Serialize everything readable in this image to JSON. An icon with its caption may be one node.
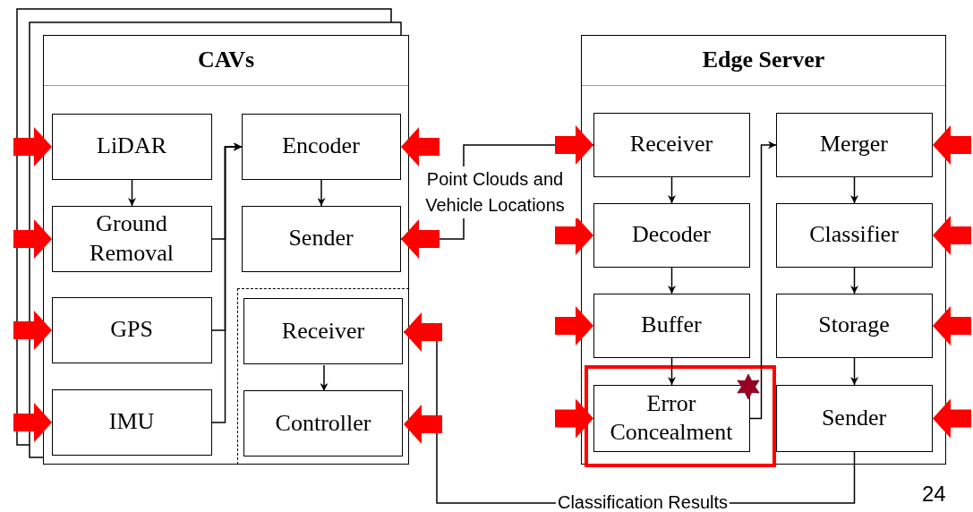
{
  "diagram": {
    "nodes": [
      {
        "text": [
          "CAVs"
        ]
      },
      {
        "text": [
          "LiDAR"
        ],
        "in": 0
      },
      {
        "text": [
          "Ground Removal"
        ],
        "in": 0
      },
      {
        "text": [
          "GPS"
        ],
        "in": 0
      },
      {
        "text": [
          "IMU"
        ],
        "in": 0
      },
      {
        "text": [
          "Encoder"
        ],
        "in": 0
      },
      {
        "text": [
          "Sender"
        ],
        "in": 0
      },
      {
        "text": [],
        "shape": "box",
        "in": 0
      },
      {
        "text": [
          "Receiver"
        ],
        "in": 7
      },
      {
        "text": [
          "Controller"
        ],
        "in": 7
      },
      {
        "text": [
          "Edge Server"
        ]
      },
      {
        "text": [
          "Receiver"
        ],
        "in": 10
      },
      {
        "text": [
          "Merger"
        ],
        "in": 10
      },
      {
        "text": [
          "Decoder"
        ],
        "in": 10
      },
      {
        "text": [
          "Classifier"
        ],
        "in": 10
      },
      {
        "text": [
          "Buffer"
        ],
        "in": 10
      },
      {
        "text": [
          "Storage"
        ],
        "in": 10
      },
      {
        "text": [
          "Error Concealment"
        ],
        "in": 10
      },
      {
        "text": [
          "Sender"
        ],
        "in": 10
      }
    ],
    "edges": [
      {
        "from": 1,
        "to": 2,
        "arrow": "to"
      },
      {
        "from": 2,
        "to": 5,
        "arrow": "to"
      },
      {
        "from": 3,
        "to": 5,
        "arrow": "to"
      },
      {
        "from": 4,
        "to": 5,
        "arrow": "to"
      },
      {
        "from": 5,
        "to": 6,
        "arrow": "to"
      },
      {
        "from": 6,
        "to": 11,
        "arrow": "to",
        "label": "Point Clouds and Vehicle Locations"
      },
      {
        "from": 8,
        "to": 9,
        "arrow": "to"
      },
      {
        "from": 11,
        "to": 13,
        "arrow": "to"
      },
      {
        "from": 13,
        "to": 15,
        "arrow": "to"
      },
      {
        "from": 15,
        "to": 17,
        "arrow": "to"
      },
      {
        "from": 17,
        "to": 12,
        "arrow": "to"
      },
      {
        "from": 12,
        "to": 14,
        "arrow": "to"
      },
      {
        "from": 14,
        "to": 16,
        "arrow": "to"
      },
      {
        "from": 16,
        "to": 18,
        "arrow": "to"
      },
      {
        "from": 18,
        "to": 8,
        "arrow": "none",
        "label": "Classification Results"
      },
      {
        "from": null,
        "to": 1,
        "arrow": "to",
        "style": "thick",
        "color": "#ff0000"
      },
      {
        "from": null,
        "to": 2,
        "arrow": "to",
        "style": "thick",
        "color": "#ff0000"
      },
      {
        "from": null,
        "to": 3,
        "arrow": "to",
        "style": "thick",
        "color": "#ff0000"
      },
      {
        "from": null,
        "to": 4,
        "arrow": "to",
        "style": "thick",
        "color": "#ff0000"
      },
      {
        "from": null,
        "to": 5,
        "arrow": "to",
        "style": "thick",
        "color": "#ff0000"
      },
      {
        "from": null,
        "to": 6,
        "arrow": "to",
        "style": "thick",
        "color": "#ff0000"
      },
      {
        "from": null,
        "to": 8,
        "arrow": "to",
        "style": "thick",
        "color": "#ff0000"
      },
      {
        "from": null,
        "to": 9,
        "arrow": "to",
        "style": "thick",
        "color": "#ff0000"
      },
      {
        "from": null,
        "to": 11,
        "arrow": "to",
        "style": "thick",
        "color": "#ff0000"
      },
      {
        "from": null,
        "to": 13,
        "arrow": "to",
        "style": "thick",
        "color": "#ff0000"
      },
      {
        "from": null,
        "to": 15,
        "arrow": "to",
        "style": "thick",
        "color": "#ff0000"
      },
      {
        "from": null,
        "to": 17,
        "arrow": "to",
        "style": "thick",
        "color": "#ff0000"
      },
      {
        "from": null,
        "to": 12,
        "arrow": "to",
        "style": "thick",
        "color": "#ff0000"
      },
      {
        "from": null,
        "to": 14,
        "arrow": "to",
        "style": "thick",
        "color": "#ff0000"
      },
      {
        "from": null,
        "to": 16,
        "arrow": "to",
        "style": "thick",
        "color": "#ff0000"
      },
      {
        "from": null,
        "to": 18,
        "arrow": "to",
        "style": "thick",
        "color": "#ff0000"
      }
    ],
    "labels": [
      "24"
    ]
  }
}
